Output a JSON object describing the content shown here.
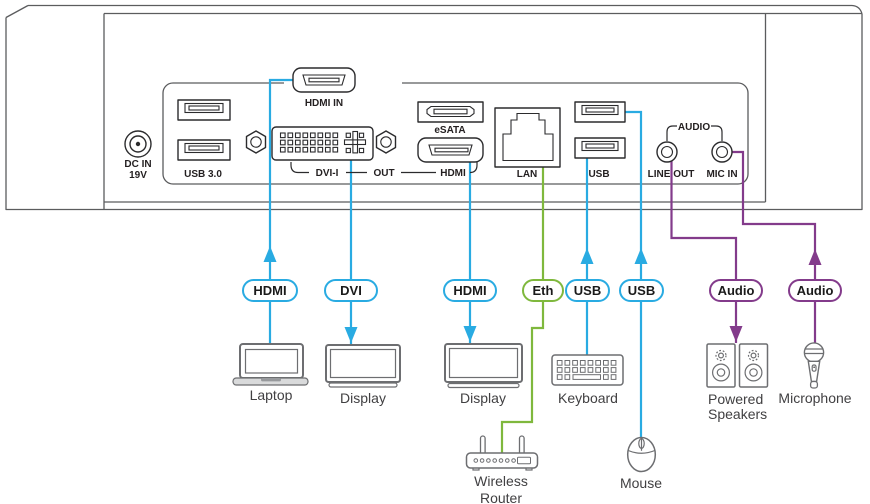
{
  "colors": {
    "cyan": "#29ABE2",
    "green": "#7FB83D",
    "purple": "#833B8B"
  },
  "rear_panel": {
    "dc_in": {
      "line1": "DC IN",
      "line2": "19V"
    },
    "usb3_label": "USB 3.0",
    "hdmi_in_label": "HDMI IN",
    "esata_label": "eSATA",
    "out_group": {
      "dvi": "DVI-I",
      "out": "OUT",
      "hdmi": "HDMI"
    },
    "lan_label": "LAN",
    "usb_label": "USB",
    "audio_group": {
      "title": "AUDIO",
      "line_out": "LINE OUT",
      "mic_in": "MIC IN"
    }
  },
  "cables": [
    {
      "label": "HDMI",
      "direction": "up"
    },
    {
      "label": "DVI",
      "direction": "down"
    },
    {
      "label": "HDMI",
      "direction": "down"
    },
    {
      "label": "Eth",
      "direction": "none"
    },
    {
      "label": "USB",
      "direction": "up"
    },
    {
      "label": "USB",
      "direction": "up"
    },
    {
      "label": "Audio",
      "direction": "down"
    },
    {
      "label": "Audio",
      "direction": "up"
    }
  ],
  "devices": {
    "laptop": "Laptop",
    "display_1": "Display",
    "display_2": "Display",
    "router": [
      "Wireless",
      "Router"
    ],
    "keyboard": "Keyboard",
    "mouse": "Mouse",
    "speakers": [
      "Powered",
      "Speakers"
    ],
    "microphone": "Microphone"
  }
}
